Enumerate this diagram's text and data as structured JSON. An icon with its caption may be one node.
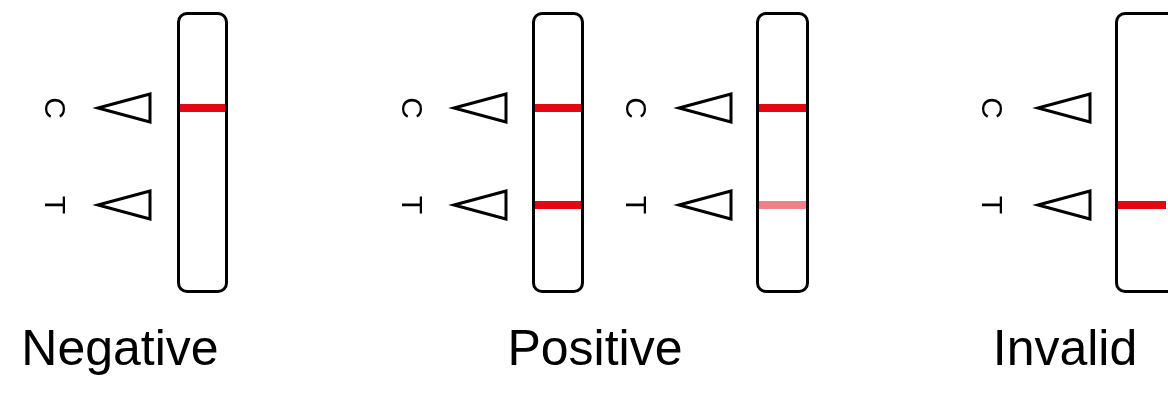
{
  "diagram": {
    "labels": [
      "C",
      "C",
      "C",
      "C",
      "T",
      "T",
      "T",
      "T",
      "Negative",
      "Positive",
      "Invalid"
    ]
  }
}
